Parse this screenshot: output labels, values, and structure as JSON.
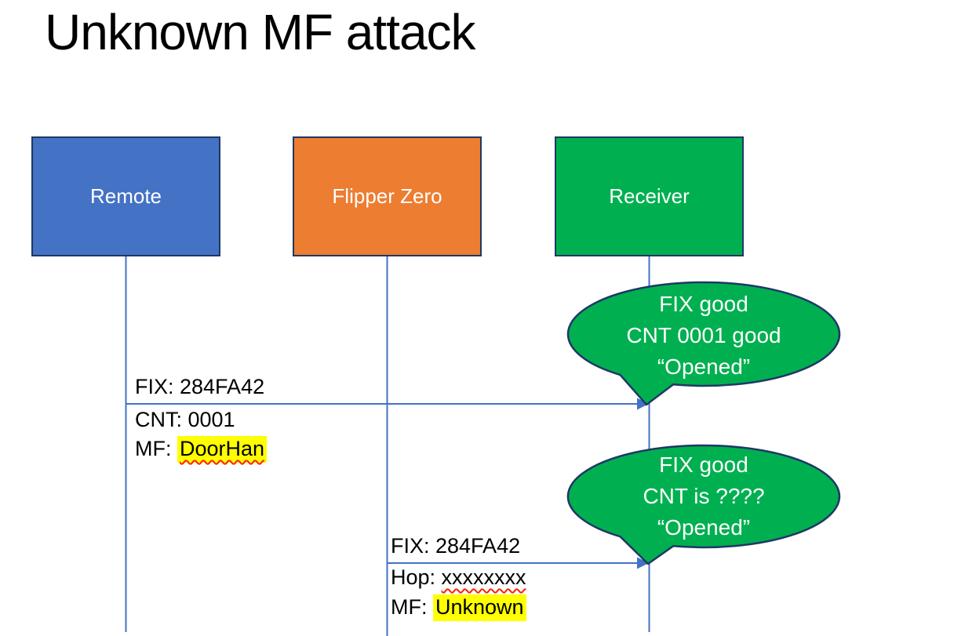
{
  "title": "Unknown MF attack",
  "actors": [
    {
      "label": "Remote",
      "color": "#4472C4"
    },
    {
      "label": "Flipper Zero",
      "color": "#ED7D31"
    },
    {
      "label": "Receiver",
      "color": "#00B050"
    }
  ],
  "messages": [
    {
      "from": "Remote",
      "to": "Receiver",
      "above": "FIX: 284FA42",
      "line2": "CNT: 0001",
      "line3_prefix": "MF: ",
      "line3_value": "DoorHan"
    },
    {
      "from": "Flipper Zero",
      "to": "Receiver",
      "above": "FIX: 284FA42",
      "line2_prefix": "Hop: ",
      "line2_value": "xxxxxxxx",
      "line3_prefix": "MF: ",
      "line3_value": "Unknown"
    }
  ],
  "callouts": [
    {
      "lines": [
        "FIX good",
        "CNT 0001 good",
        "“Opened”"
      ]
    },
    {
      "lines": [
        "FIX good",
        "CNT is ????",
        "“Opened”"
      ]
    }
  ],
  "colors": {
    "actor_border": "#1F3864",
    "connector_blue": "#4472C4",
    "callout_fill": "#00B050",
    "callout_border": "#1F3864",
    "highlight_yellow": "#FFFF00",
    "squiggle_red": "#FF2000"
  }
}
